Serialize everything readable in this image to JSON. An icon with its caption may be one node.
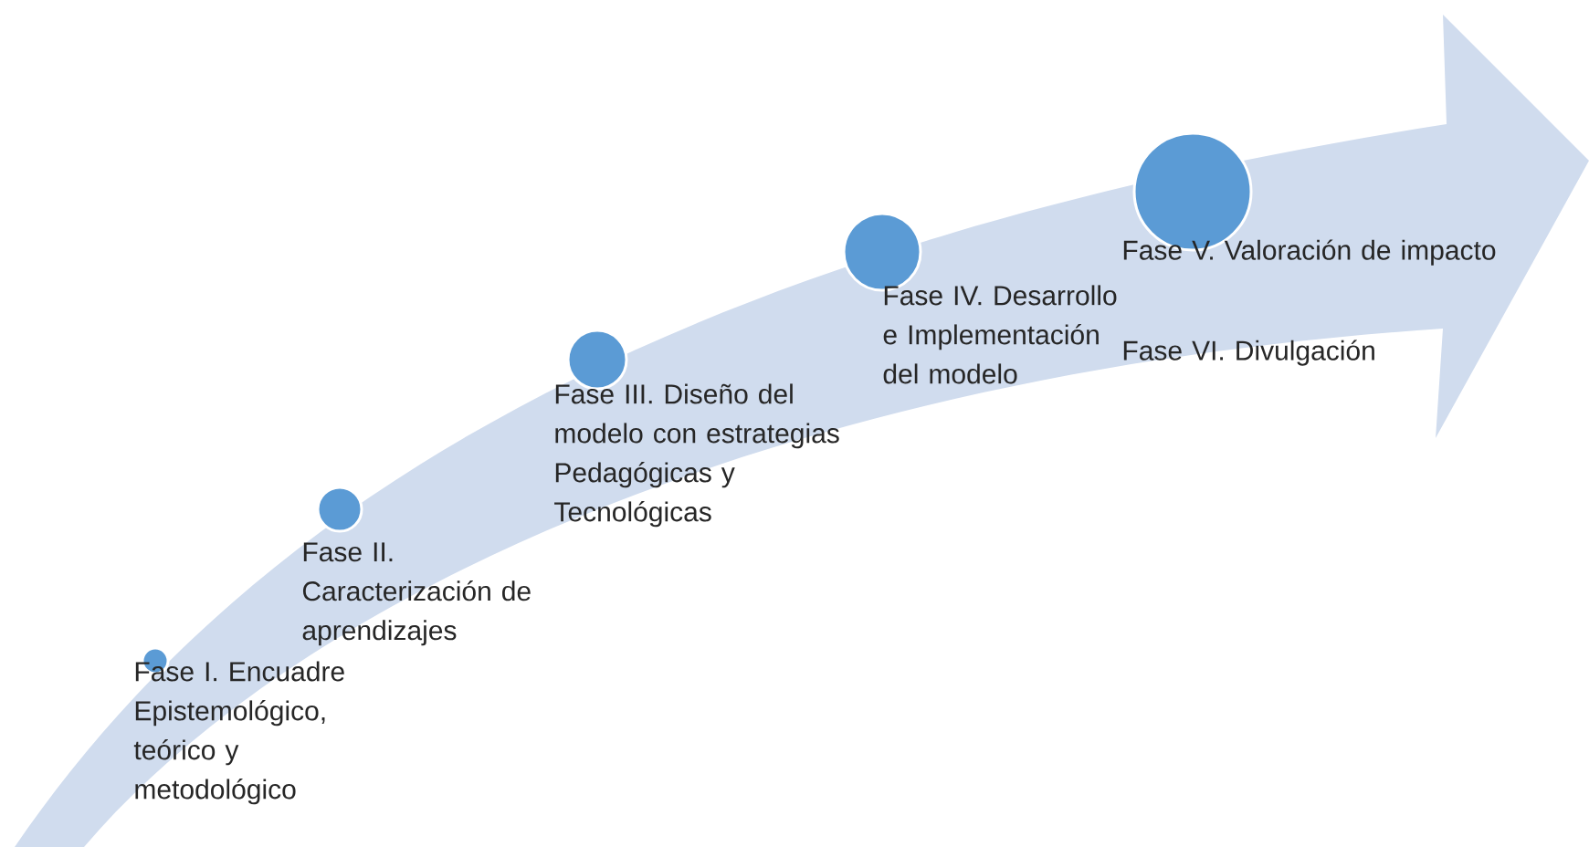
{
  "diagram": {
    "nodes": [
      {
        "text": [],
        "shape": "circle",
        "beside": [
          "Fase I. Encuadre Epistemológico, teórico y metodológico"
        ]
      },
      {
        "text": [],
        "shape": "circle",
        "beside": [
          "Fase II. Caracterización de aprendizajes"
        ]
      },
      {
        "text": [],
        "shape": "circle",
        "beside": [
          "Fase III. Diseño del modelo con estrategias Pedagógicas y Tecnológicas"
        ]
      },
      {
        "text": [],
        "shape": "circle",
        "beside": [
          "Fase IV. Desarrollo e Implementación del modelo"
        ]
      },
      {
        "text": [],
        "shape": "circle",
        "beside": [
          "Fase V. Valoración de impacto",
          "Fase VI.  Divulgación"
        ]
      }
    ]
  }
}
